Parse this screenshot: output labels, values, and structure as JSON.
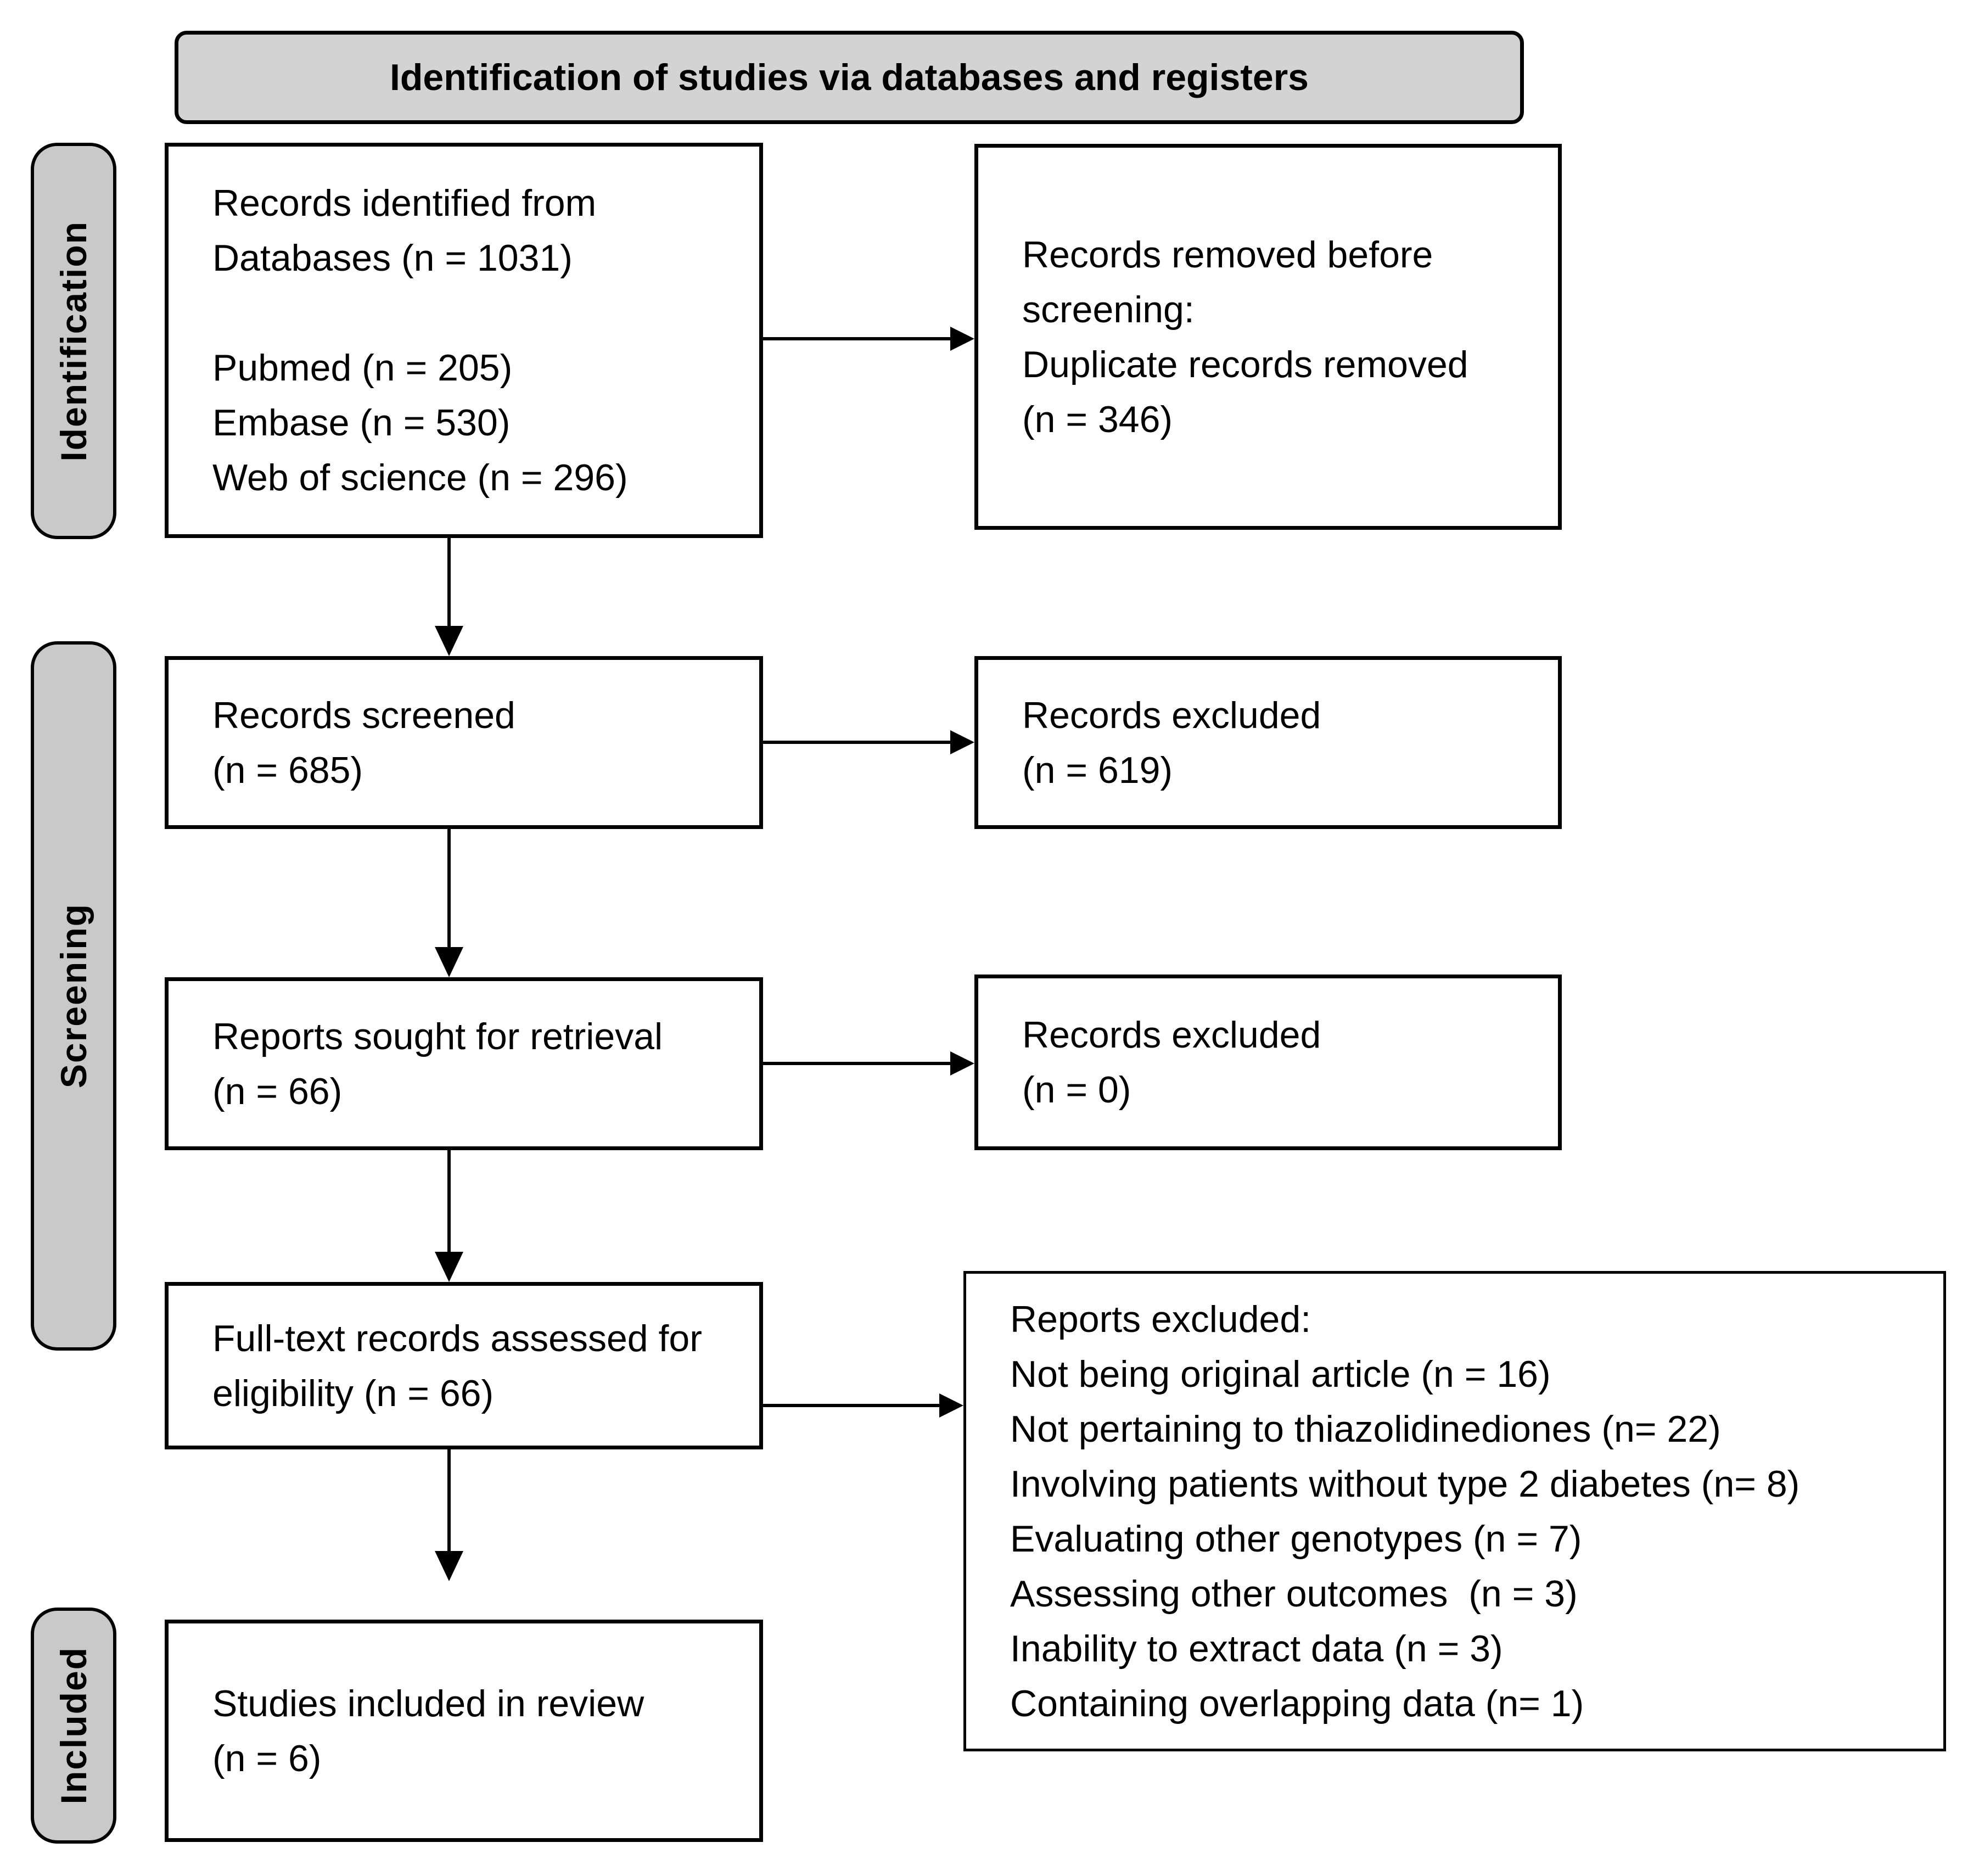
{
  "header": {
    "title": "Identification of studies via databases and registers"
  },
  "stages": {
    "identification": "Identification",
    "screening": "Screening",
    "included": "Included"
  },
  "boxes": {
    "records_identified": {
      "lines": [
        "Records identified from",
        "Databases (n = 1031)",
        "",
        "Pubmed (n = 205)",
        "Embase (n = 530)",
        "Web of science (n = 296)"
      ]
    },
    "records_removed": {
      "lines": [
        "Records removed before",
        "screening:",
        "Duplicate records removed",
        "(n = 346)"
      ]
    },
    "records_screened": {
      "lines": [
        "Records screened",
        "(n = 685)"
      ]
    },
    "records_excluded_screening": {
      "lines": [
        "Records excluded",
        "(n = 619)"
      ]
    },
    "reports_sought": {
      "lines": [
        "Reports sought for retrieval",
        "(n = 66)"
      ]
    },
    "records_excluded_retrieval": {
      "lines": [
        "Records excluded",
        "(n = 0)"
      ]
    },
    "fulltext_assessed": {
      "lines": [
        "Full-text records assessed for",
        "eligibility (n = 66)"
      ]
    },
    "reports_excluded": {
      "lines": [
        "Reports excluded:",
        "Not being original article (n = 16)",
        "Not pertaining to thiazolidinediones (n= 22)",
        "Involving patients without type 2 diabetes (n= 8)",
        "Evaluating other genotypes (n = 7)",
        "Assessing other outcomes  (n = 3)",
        "Inability to extract data (n = 3)",
        "Containing overlapping data (n= 1)"
      ]
    },
    "studies_included": {
      "lines": [
        "Studies included in review",
        "(n = 6)"
      ]
    }
  },
  "colors": {
    "header_fill": "#d3d3d3",
    "stage_fill": "#c9c9c9",
    "box_border": "#000000",
    "line_color": "#000000"
  }
}
